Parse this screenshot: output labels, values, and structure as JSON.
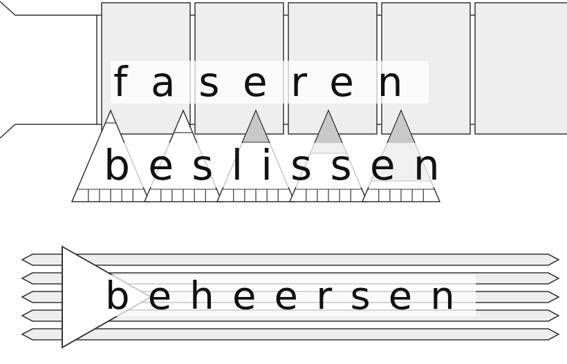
{
  "diagram": {
    "labels": [
      "faseren",
      "beslissen",
      "beheersen"
    ]
  }
}
